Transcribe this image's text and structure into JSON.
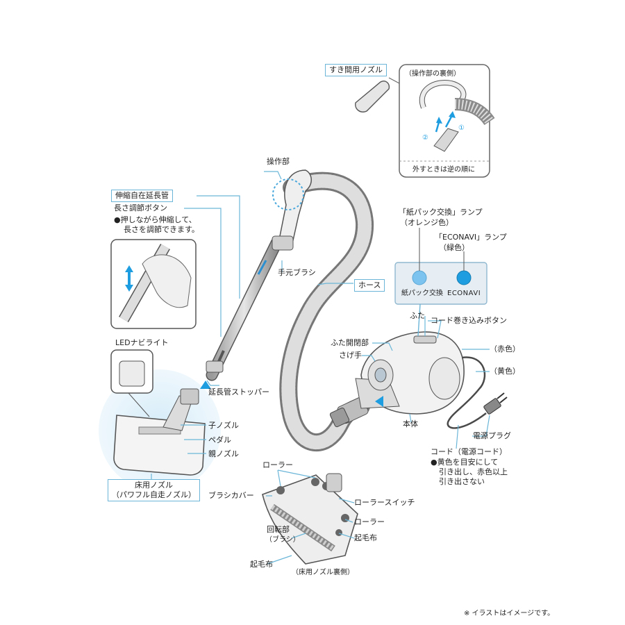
{
  "labels": {
    "crevice_nozzle": "すき間用ノズル",
    "control_back_title": "（操作部の裏側）",
    "control_back_note": "外すときは逆の順に",
    "step1": "①",
    "step2": "②",
    "control_unit": "操作部",
    "telescopic_pipe": "伸縮自在延長管",
    "length_button": "長さ調節ボタン",
    "length_note_1": "●押しながら伸縮して、",
    "length_note_2": "長さを調節できます。",
    "hand_brush": "手元ブラシ",
    "hose": "ホース",
    "led_light": "LEDナビライト",
    "pipe_stopper": "延長管ストッパー",
    "child_nozzle": "子ノズル",
    "pedal": "ペダル",
    "parent_nozzle": "親ノズル",
    "floor_nozzle_1": "床用ノズル",
    "floor_nozzle_2": "（パワフル自走ノズル）",
    "paper_pack_lamp_1": "「紙パック交換」ランプ",
    "paper_pack_lamp_2": "（オレンジ色）",
    "econavi_lamp_1": "「ECONAVI」ランプ",
    "econavi_lamp_2": "（緑色）",
    "panel_paper_pack": "紙パック交換",
    "panel_econavi": "ECONAVI",
    "lid": "ふた",
    "cord_rewind_button": "コード巻き込みボタン",
    "lid_opener": "ふた開閉部",
    "handle": "さげ手",
    "red_mark": "（赤色）",
    "yellow_mark": "（黄色）",
    "body": "本体",
    "power_plug": "電源プラグ",
    "cord": "コード（電源コード）",
    "cord_note_1": "●黄色を目安にして",
    "cord_note_2": "引き出し、赤色以上",
    "cord_note_3": "引き出さない",
    "roller_top": "ローラー",
    "brush_cover": "ブラシカバー",
    "roller_switch": "ローラースイッチ",
    "roller_right": "ローラー",
    "rotating_part_1": "回転部",
    "rotating_part_2": "（ブラシ）",
    "raised_cloth_right": "起毛布",
    "raised_cloth_bottom": "起毛布",
    "nozzle_underside": "（床用ノズル裏側）",
    "footnote": "※ イラストはイメージです。"
  },
  "colors": {
    "accent_line": "#6bb6d8",
    "lamp_blue": "#1e9ee0",
    "panel_bg": "#e6eef4",
    "highlight": "#cfe9f7",
    "cord": "#4a4a4a"
  }
}
